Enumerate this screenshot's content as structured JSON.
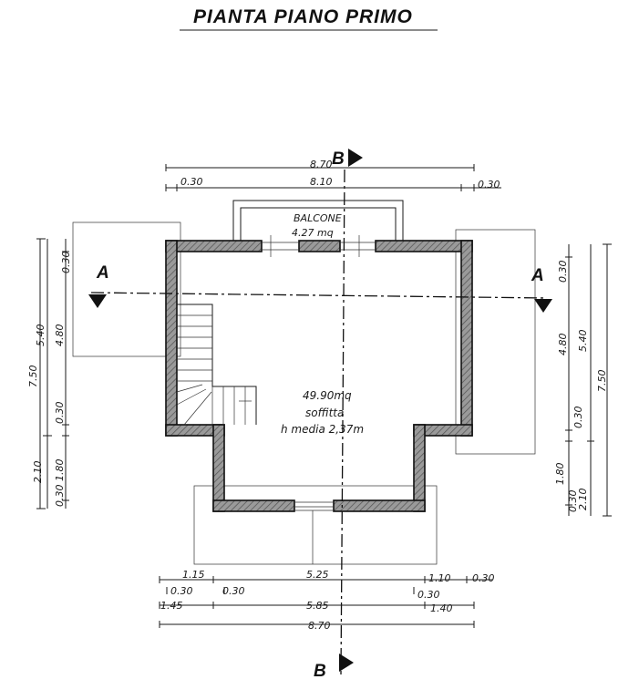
{
  "title": "PIANTA PIANO PRIMO",
  "sections": {
    "b_top": "B",
    "b_bottom": "B",
    "a_left": "A",
    "a_right": "A"
  },
  "balcony": {
    "label": "BALCONE",
    "area": "4.27 mq"
  },
  "room": {
    "area": "49.90mq",
    "name": "soffitta",
    "height": "h media 2,37m"
  },
  "dims_top": {
    "total": "8.70",
    "left": "0.30",
    "mid": "8.10",
    "right": "0.30"
  },
  "dims_bottom": {
    "r1_left": "1.15",
    "r1_mid": "5.25",
    "r1_right1": "1.10",
    "r1_right2": "0.30",
    "r2_left1": "0.30",
    "r2_left2": "0.30",
    "r2_right": "0.30",
    "r3_left": "1.45",
    "r3_mid": "5.85",
    "r3_right": "1.40",
    "r4_total": "8.70"
  },
  "dims_left": {
    "total": "7.50",
    "upper": "5.40",
    "d030a": "0.30",
    "d480": "4.80",
    "d030b": "0.30",
    "lower": "2.10",
    "d180": "1.80",
    "d030c": "0.30"
  },
  "dims_right": {
    "total": "7.50",
    "upper": "5.40",
    "d030a": "0.30",
    "d480": "4.80",
    "d030b": "0.30",
    "lower": "2.10",
    "d180": "1.80",
    "d030c": "0.30"
  }
}
